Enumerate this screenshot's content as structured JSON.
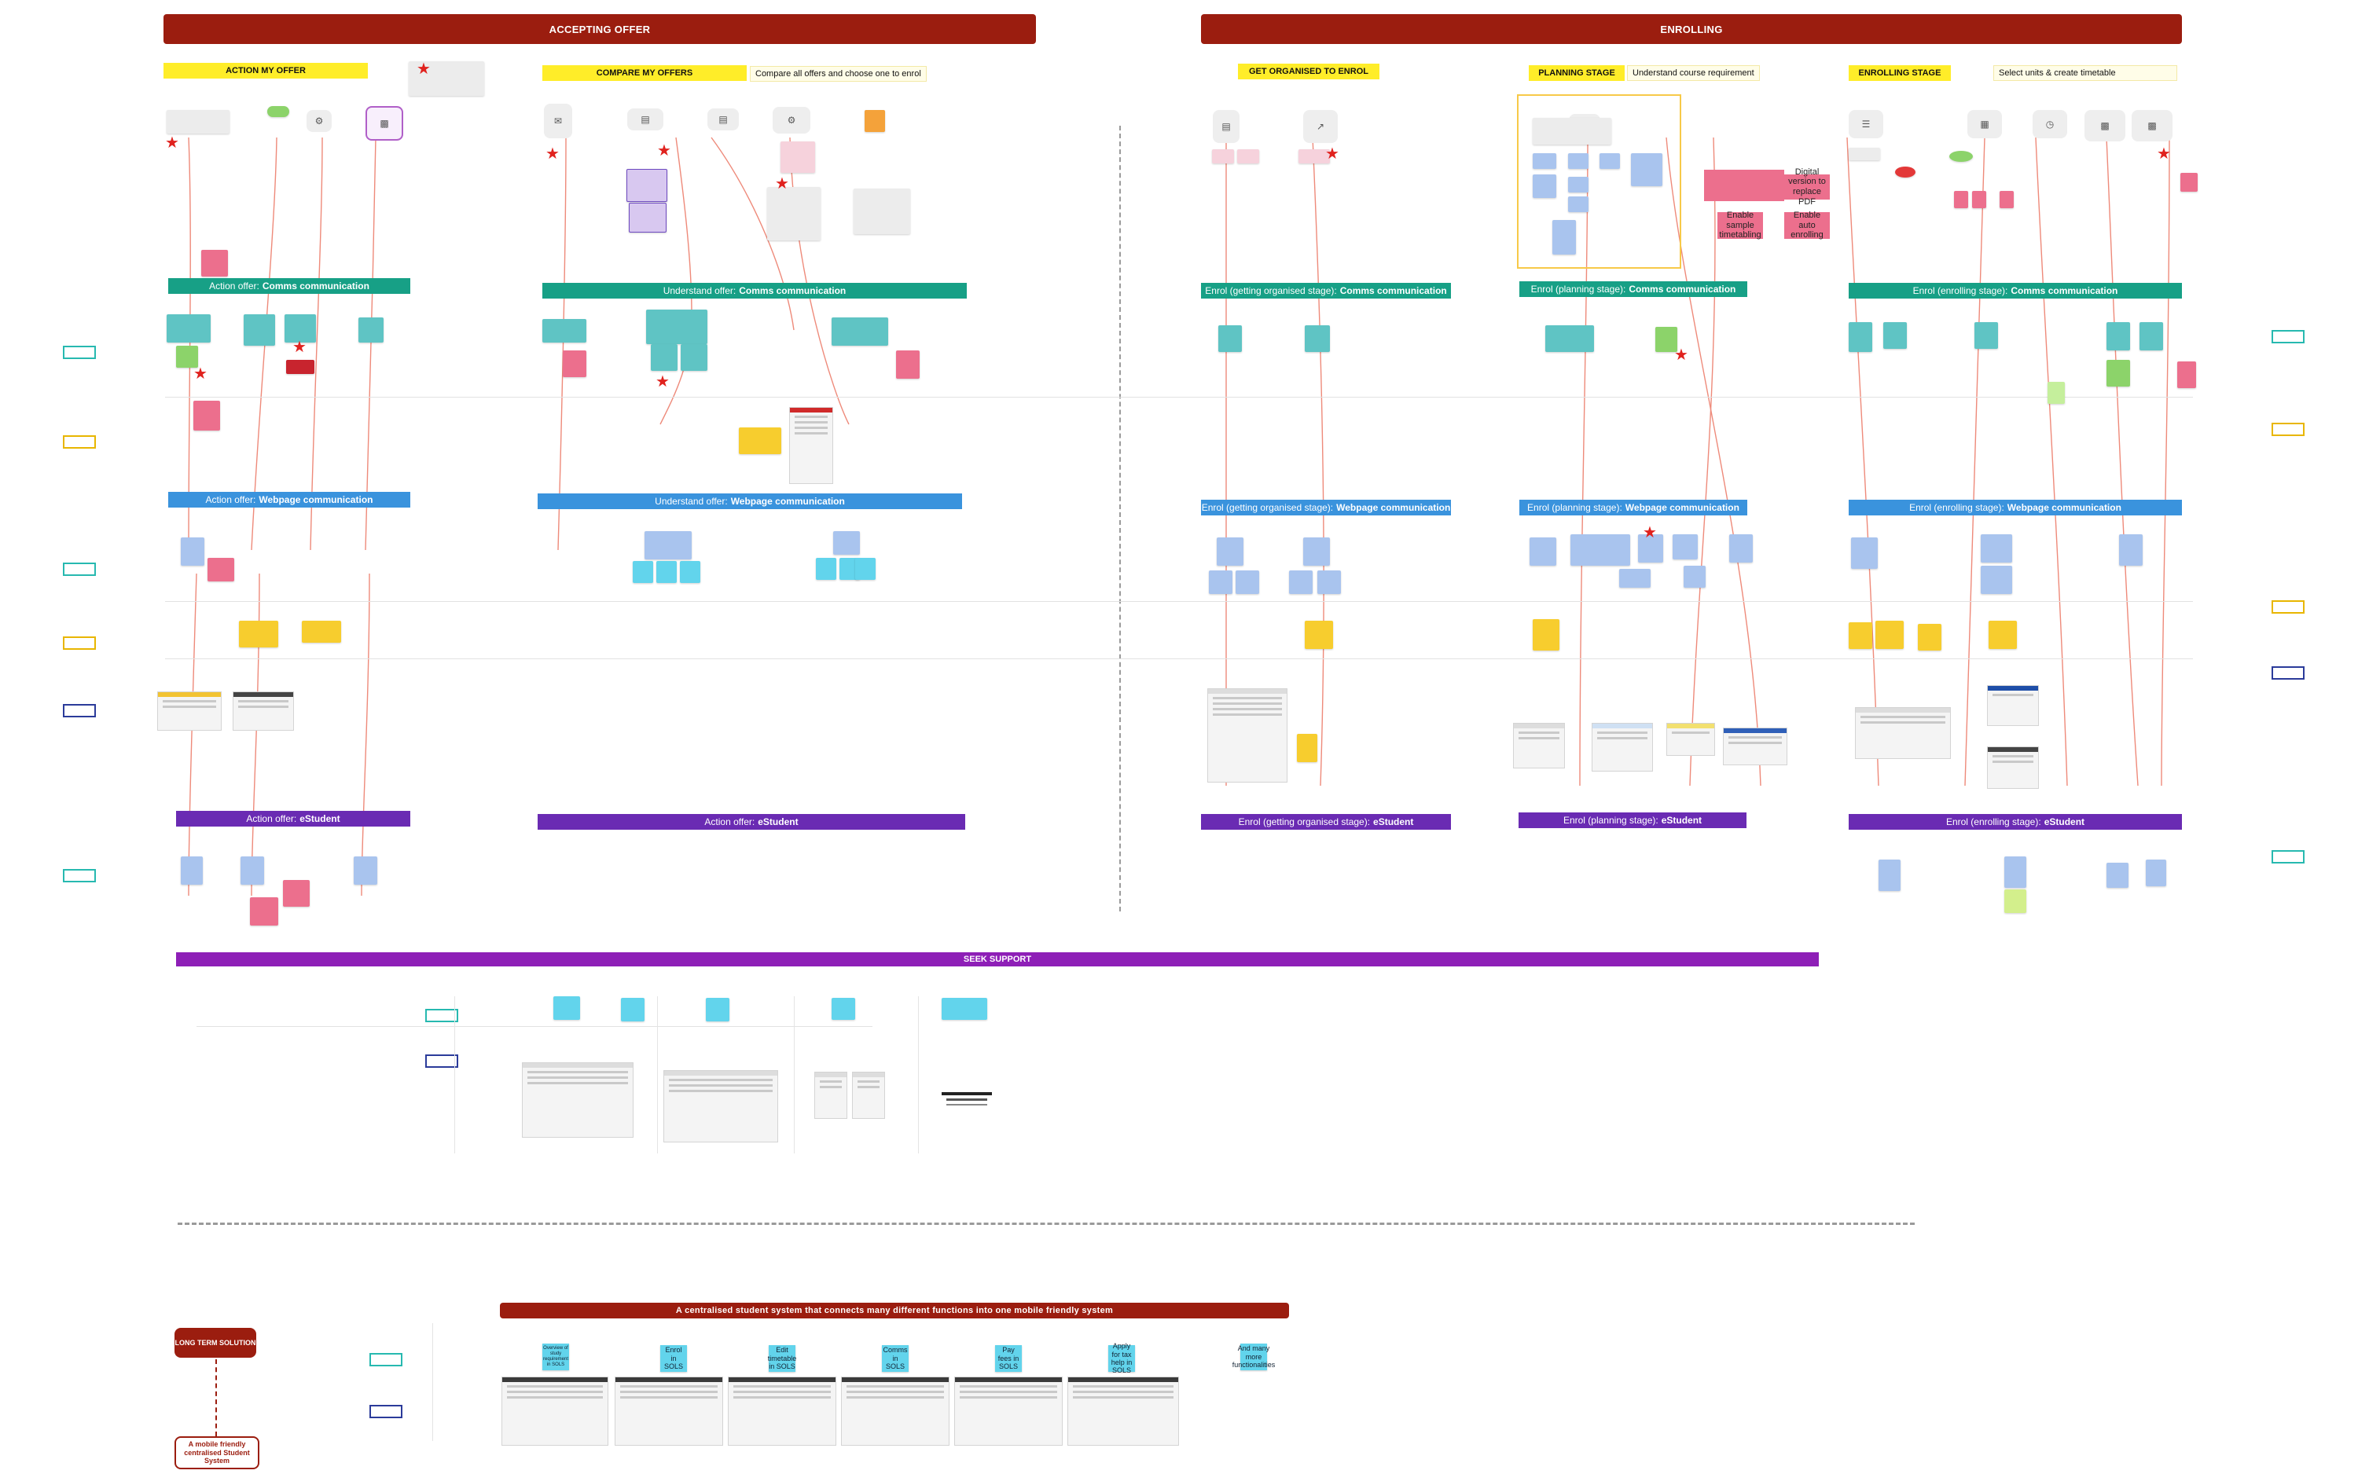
{
  "sections": {
    "accepting_offer": "ACCEPTING OFFER",
    "enrolling": "ENROLLING",
    "seek_support": "SEEK SUPPORT"
  },
  "stages": {
    "action_my_offer": "ACTION MY OFFER",
    "compare_my_offers": "COMPARE MY OFFERS",
    "compare_desc": "Compare all offers and choose one to enrol",
    "get_organised": "GET ORGANISED TO ENROL",
    "planning": "PLANNING STAGE",
    "planning_desc": "Understand course requirement",
    "enrolling": "ENROLLING STAGE",
    "enrolling_desc": "Select units & create timetable"
  },
  "bars": {
    "action_comms_pre": "Action offer:",
    "action_comms_b": "Comms communication",
    "understand_comms_pre": "Understand offer:",
    "understand_comms_b": "Comms communication",
    "org_comms_pre": "Enrol (getting organised stage):",
    "org_comms_b": "Comms communication",
    "plan_comms_pre": "Enrol (planning stage):",
    "plan_comms_b": "Comms communication",
    "enr_comms_pre": "Enrol (enrolling stage):",
    "enr_comms_b": "Comms communication",
    "action_web_pre": "Action offer:",
    "action_web_b": "Webpage communication",
    "understand_web_pre": "Understand offer:",
    "understand_web_b": "Webpage communication",
    "org_web_pre": "Enrol (getting organised stage):",
    "org_web_b": "Webpage communication",
    "plan_web_pre": "Enrol (planning stage):",
    "plan_web_b": "Webpage communication",
    "enr_web_pre": "Enrol (enrolling stage):",
    "enr_web_b": "Webpage communication",
    "action_est_pre": "Action offer:",
    "action_est_b": "eStudent",
    "action2_est_pre": "Action offer:",
    "action2_est_b": "eStudent",
    "org_est_pre": "Enrol (getting organised stage):",
    "org_est_b": "eStudent",
    "plan_est_pre": "Enrol (planning stage):",
    "plan_est_b": "eStudent",
    "enr_est_pre": "Enrol (enrolling stage):",
    "enr_est_b": "eStudent"
  },
  "planning_notes": {
    "note1": "Digital version to replace PDF",
    "note2": "Enable sample timetabling",
    "note3": "Enable auto enrolling"
  },
  "long_term": {
    "banner": "A centralised student system that connects many different functions into one mobile friendly system",
    "solution_label": "LONG TERM SOLUTION",
    "outcome": "A mobile friendly centralised Student System",
    "features": [
      "Overview of study requirement in SOLS",
      "Enrol in SOLS",
      "Edit timetable in SOLS",
      "Comms in SOLS",
      "Pay fees in SOLS",
      "Apply for tax help in SOLS",
      "And many more functionalities"
    ]
  },
  "colors": {
    "banner": "#9b1d0f",
    "stage_tag": "#ffed29",
    "comms": "#17a086",
    "webpage": "#3a93dd",
    "estudent": "#6a2bb3",
    "seek": "#8e1fb7"
  }
}
